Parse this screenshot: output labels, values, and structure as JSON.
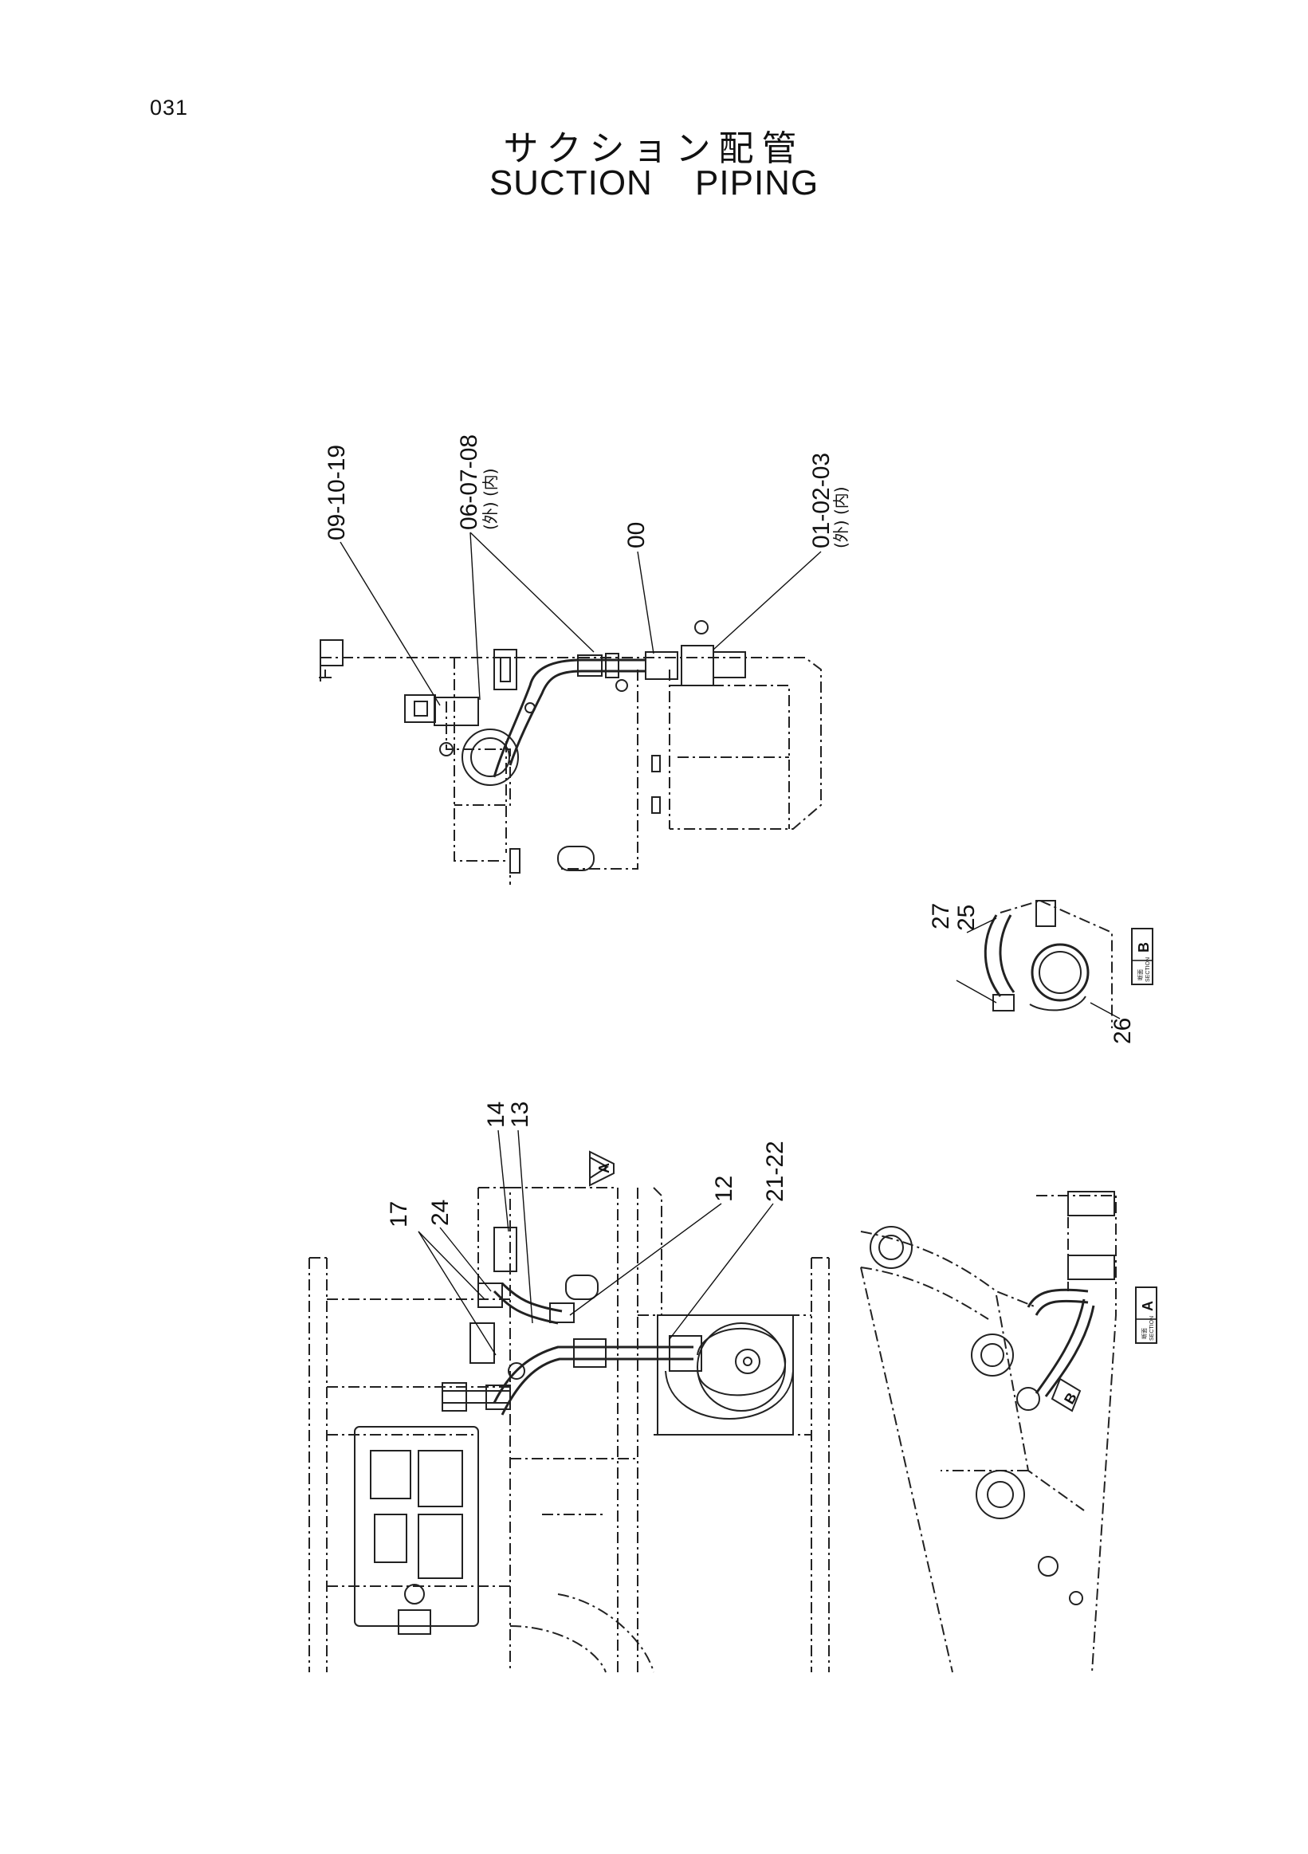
{
  "page_number": "031",
  "title_jp": "サクション配管",
  "title_en": "SUCTION PIPING",
  "callouts": {
    "c_09_10_19": "09-10-19",
    "c_06_07_08": "06-07-08",
    "c_06_07_08_note": "(外) (内)",
    "c_00": "00",
    "c_01_02_03": "01-02-03",
    "c_01_02_03_note": "(外) (内)",
    "c_25": "25",
    "c_27": "27",
    "c_26": "26",
    "c_14": "14",
    "c_13": "13",
    "c_17": "17",
    "c_24": "24",
    "c_12": "12",
    "c_21_22": "21-22"
  },
  "views": {
    "section_b": {
      "label": "B",
      "tag": "断面",
      "tag_sub": "SECTION"
    },
    "section_a": {
      "label": "A",
      "tag": "断面",
      "tag_sub": "SECTION"
    },
    "arrow_a": "A",
    "arrow_b": "B"
  }
}
